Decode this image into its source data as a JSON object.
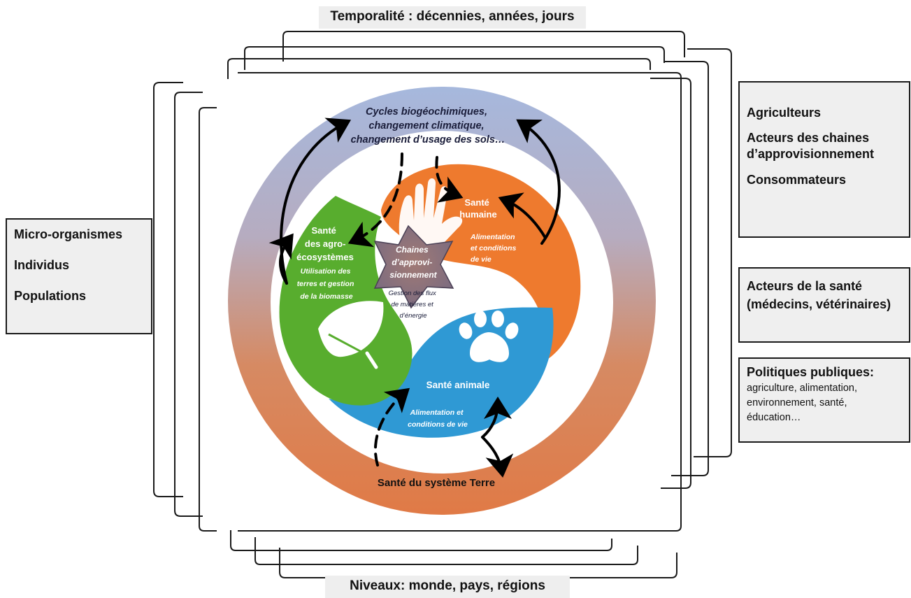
{
  "top_banner": "Temporalité : décennies, années, jours",
  "bottom_banner": "Niveaux: monde, pays, régions",
  "left_box": {
    "items": [
      "Micro-organismes",
      "Individus",
      "Populations"
    ]
  },
  "right_top_box": {
    "items": [
      "Agriculteurs",
      "Acteurs des chaines d’approvisionnement",
      "Consommateurs"
    ]
  },
  "right_mid_box": {
    "title": "Acteurs de la santé (médecins, vétérinaires)"
  },
  "right_bottom_box": {
    "title": "Politiques publiques:",
    "text": "agriculture, alimentation, environnement, santé, éducation…"
  },
  "circle": {
    "top_text": [
      "Cycles biogéochimiques,",
      "changement climatique,",
      "changement d’usage des sols…"
    ],
    "bottom_text": "Santé du système Terre",
    "human": {
      "title": [
        "Santé",
        "humaine"
      ],
      "sub": [
        "Alimentation",
        "et conditions",
        "de vie"
      ]
    },
    "agro": {
      "title": [
        "Santé",
        "des agro-",
        "écosystèmes"
      ],
      "sub": [
        "Utilisation des",
        "terres et gestion",
        "de la biomasse"
      ]
    },
    "animal": {
      "title": "Santé animale",
      "sub": [
        "Alimentation et",
        "conditions de vie"
      ]
    },
    "center": {
      "title": [
        "Chaines",
        "d’approvi-",
        "sionnement"
      ],
      "sub": [
        "Gestion des flux",
        "de matières et",
        "d’énergie"
      ]
    }
  },
  "colors": {
    "outer_top": "#a8b9dc",
    "outer_bottom": "#d9825a",
    "orange": "#ee7a2e",
    "blue": "#2f99d4",
    "green": "#58ad2e",
    "star": "#8a6a72"
  },
  "icons": [
    "hand-icon",
    "leaf-icon",
    "paw-icon",
    "star-shape"
  ]
}
